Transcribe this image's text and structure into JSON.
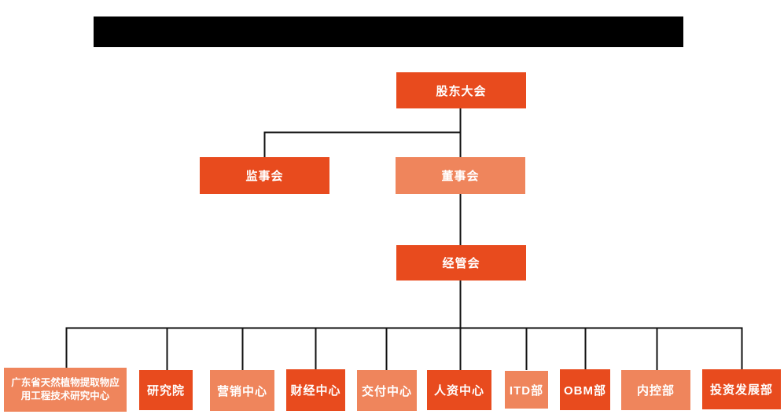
{
  "header": {
    "redacted_title_bar": true
  },
  "org_chart": {
    "colors": {
      "primary": "#E84B1E",
      "secondary": "#EF855C",
      "line": "#111111",
      "text": "#FFFFFF"
    },
    "nodes": [
      {
        "id": "shareholders",
        "label": "股东大会",
        "variant": "primary",
        "level": 1,
        "parent": null
      },
      {
        "id": "supervisory-board",
        "label": "监事会",
        "variant": "primary",
        "level": 2,
        "parent": "shareholders"
      },
      {
        "id": "board-of-directors",
        "label": "董事会",
        "variant": "secondary",
        "level": 2,
        "parent": "shareholders"
      },
      {
        "id": "management-committee",
        "label": "经管会",
        "variant": "primary",
        "level": 3,
        "parent": "board-of-directors"
      },
      {
        "id": "gd-research-center",
        "label": "广东省天然植物提取物应用工程技术研究中心",
        "variant": "secondary",
        "level": 4,
        "parent": "management-committee"
      },
      {
        "id": "research-institute",
        "label": "研究院",
        "variant": "primary",
        "level": 4,
        "parent": "management-committee"
      },
      {
        "id": "marketing-center",
        "label": "营销中心",
        "variant": "secondary",
        "level": 4,
        "parent": "management-committee"
      },
      {
        "id": "finance-center",
        "label": "财经中心",
        "variant": "primary",
        "level": 4,
        "parent": "management-committee"
      },
      {
        "id": "delivery-center",
        "label": "交付中心",
        "variant": "secondary",
        "level": 4,
        "parent": "management-committee"
      },
      {
        "id": "hr-center",
        "label": "人资中心",
        "variant": "primary",
        "level": 4,
        "parent": "management-committee"
      },
      {
        "id": "itd-dept",
        "label": "ITD部",
        "variant": "secondary",
        "level": 4,
        "parent": "management-committee"
      },
      {
        "id": "obm-dept",
        "label": "OBM部",
        "variant": "primary",
        "level": 4,
        "parent": "management-committee"
      },
      {
        "id": "internal-control-dept",
        "label": "内控部",
        "variant": "secondary",
        "level": 4,
        "parent": "management-committee"
      },
      {
        "id": "investment-dev-dept",
        "label": "投资发展部",
        "variant": "primary",
        "level": 4,
        "parent": "management-committee"
      }
    ]
  }
}
